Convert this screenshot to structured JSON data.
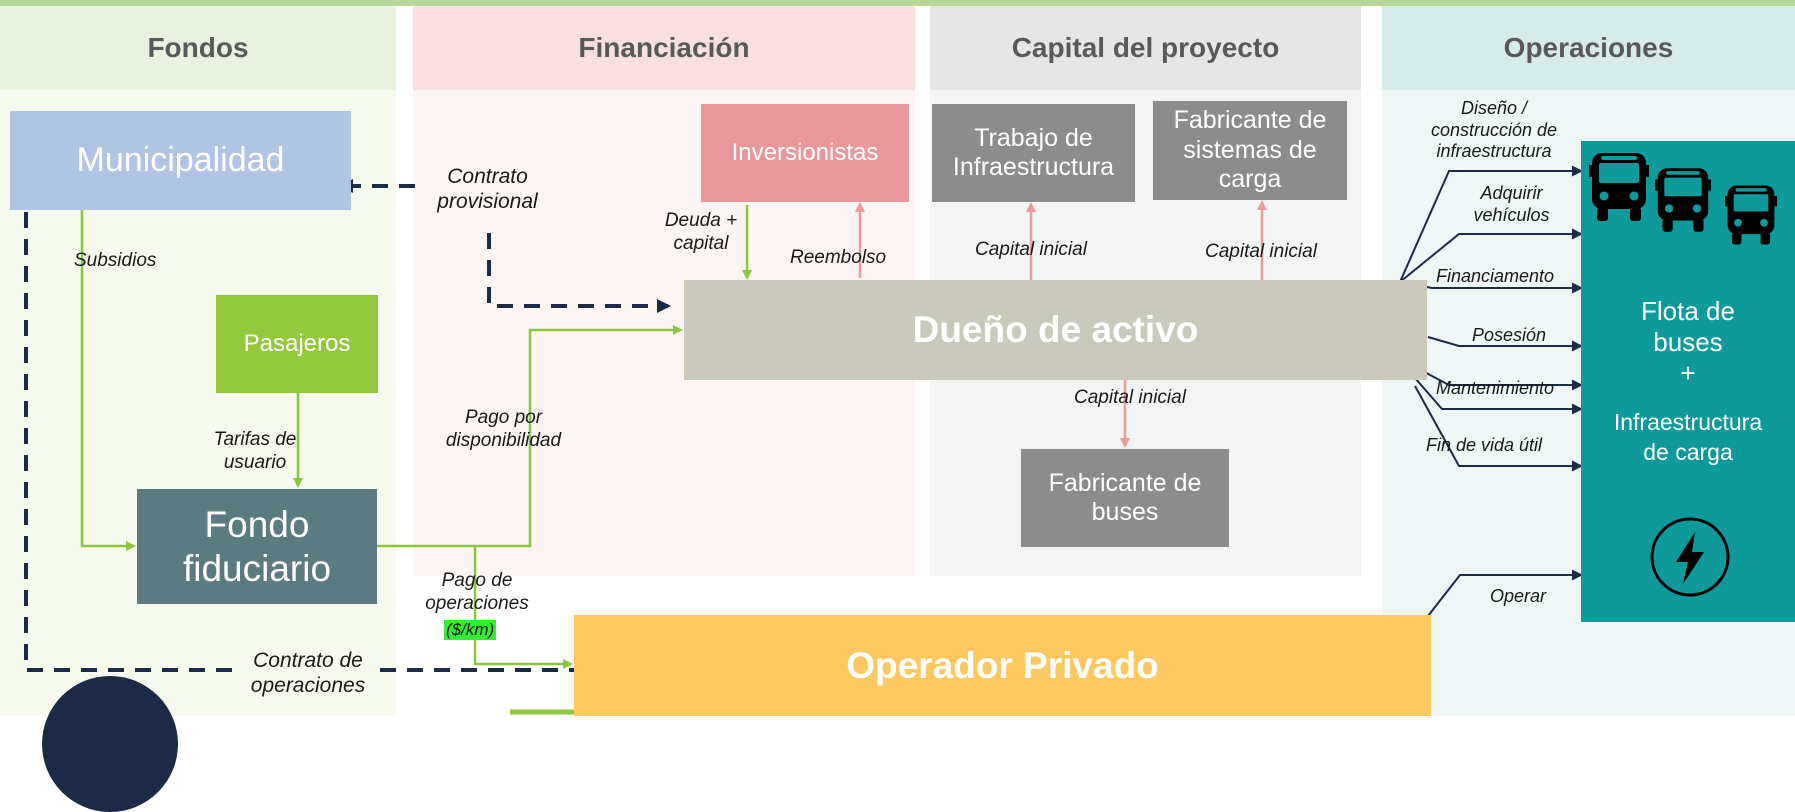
{
  "columns": {
    "fondos": "Fondos",
    "financiacion": "Financiación",
    "capital": "Capital del proyecto",
    "operaciones": "Operaciones"
  },
  "boxes": {
    "municipalidad": "Municipalidad",
    "pasajeros": "Pasajeros",
    "fondo_fiduciario": "Fondo fiduciario",
    "inversionistas": "Inversionistas",
    "trabajo_infra": "Trabajo de Infraestructura",
    "fabricante_carga": "Fabricante de sistemas de carga",
    "dueno_activo": "Dueño de activo",
    "fabricante_buses": "Fabricante de buses",
    "operador_privado": "Operador Privado",
    "flota_line1": "Flota de buses",
    "flota_plus": "+",
    "flota_line2": "Infraestructura de carga"
  },
  "labels": {
    "contrato_provisional": "Contrato provisional",
    "subsidios": "Subsidios",
    "tarifas": "Tarifas de usuario",
    "deuda_capital": "Deuda + capital",
    "reembolso": "Reembolso",
    "capital_inicial_1": "Capital inicial",
    "capital_inicial_2": "Capital inicial",
    "capital_inicial_3": "Capital inicial",
    "pago_disponibilidad": "Pago por disponibilidad",
    "pago_operaciones": "Pago de operaciones",
    "pago_unidad": "($/km)",
    "contrato_operaciones": "Contrato de operaciones",
    "diseno": "Diseño / construcción de infraestructura",
    "adquirir": "Adquirir vehículos",
    "financiamento": "Financiamento",
    "posesion": "Posesión",
    "mantenimiento": "Mantenimiento",
    "fin_vida": "Fin de vida útil",
    "operar": "Operar"
  },
  "icons": {
    "bus": "bus-icon",
    "lightning": "lightning-icon"
  },
  "colors": {
    "fondos_bg": "#eef5e2",
    "financiacion_bg": "#fce4e4",
    "capital_bg": "#eaeaea",
    "operaciones_bg": "#dff0ef",
    "municipalidad": "#b0c5e5",
    "pasajeros": "#94c93d",
    "fondo_fiduciario": "#5c7a82",
    "inversionistas": "#e8979a",
    "gray_box": "#8c8c8c",
    "dueno": "#c9c9bc",
    "operador": "#fdc85f",
    "flota": "#0e9a9a",
    "green_arrow": "#8cc63f",
    "pink_arrow": "#ef9a9a",
    "navy": "#1c2b45"
  }
}
